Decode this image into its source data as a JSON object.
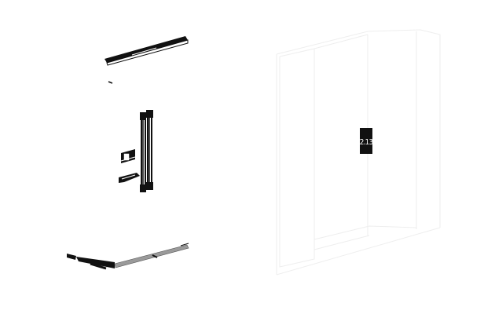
{
  "diagram": {
    "step_label": "2.13",
    "colors": {
      "ink": "#111111",
      "rail_gray": "#9a9a9a",
      "wardrobe_line": "#eeeeee",
      "badge_bg": "#111111",
      "badge_text": "#ffffff"
    },
    "parts": [
      {
        "name": "top-track-rail",
        "icon": "rail"
      },
      {
        "name": "small-screw",
        "icon": "screw"
      },
      {
        "name": "door-handle-left",
        "icon": "handle"
      },
      {
        "name": "door-handle-right",
        "icon": "handle"
      },
      {
        "name": "door-stopper-block",
        "icon": "block"
      },
      {
        "name": "wedge-guide",
        "icon": "wedge"
      },
      {
        "name": "bottom-track-rail",
        "icon": "rail"
      }
    ]
  }
}
